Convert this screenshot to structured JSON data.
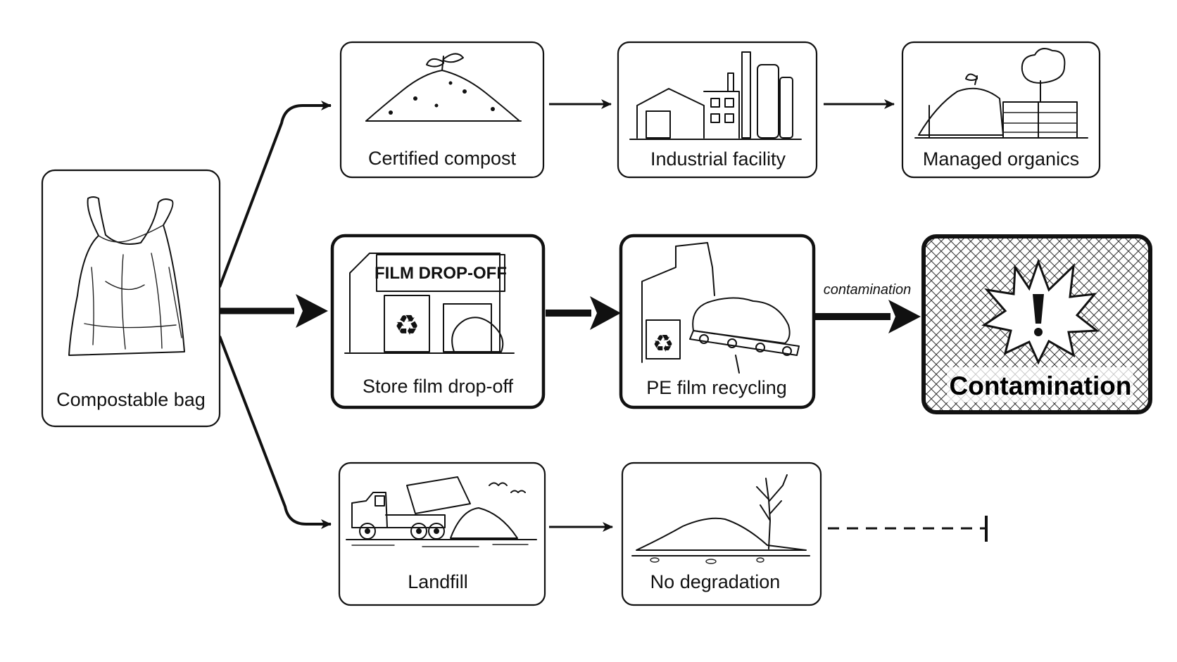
{
  "nodes": {
    "bag": "Compostable bag",
    "certified_compost": "Certified compost",
    "industrial_facility": "Industrial facility",
    "managed_organics": "Managed organics",
    "store_dropoff": "Store film drop-off",
    "pe_recycling": "PE film recycling",
    "contamination": "Contamination",
    "landfill": "Landfill",
    "no_degradation": "No degradation"
  },
  "signs": {
    "film_dropoff": "FILM DROP-OFF"
  },
  "edges": {
    "contamination_label": "contamination"
  },
  "icons": {
    "bag": "plastic-bag-icon",
    "compost": "compost-pile-icon",
    "facility": "factory-icon",
    "organics": "compost-bin-icon",
    "store": "store-building-icon",
    "recycling": "recycling-machine-icon",
    "warning": "warning-burst-icon",
    "landfill": "dump-truck-icon",
    "degradation": "dead-tree-mound-icon"
  }
}
